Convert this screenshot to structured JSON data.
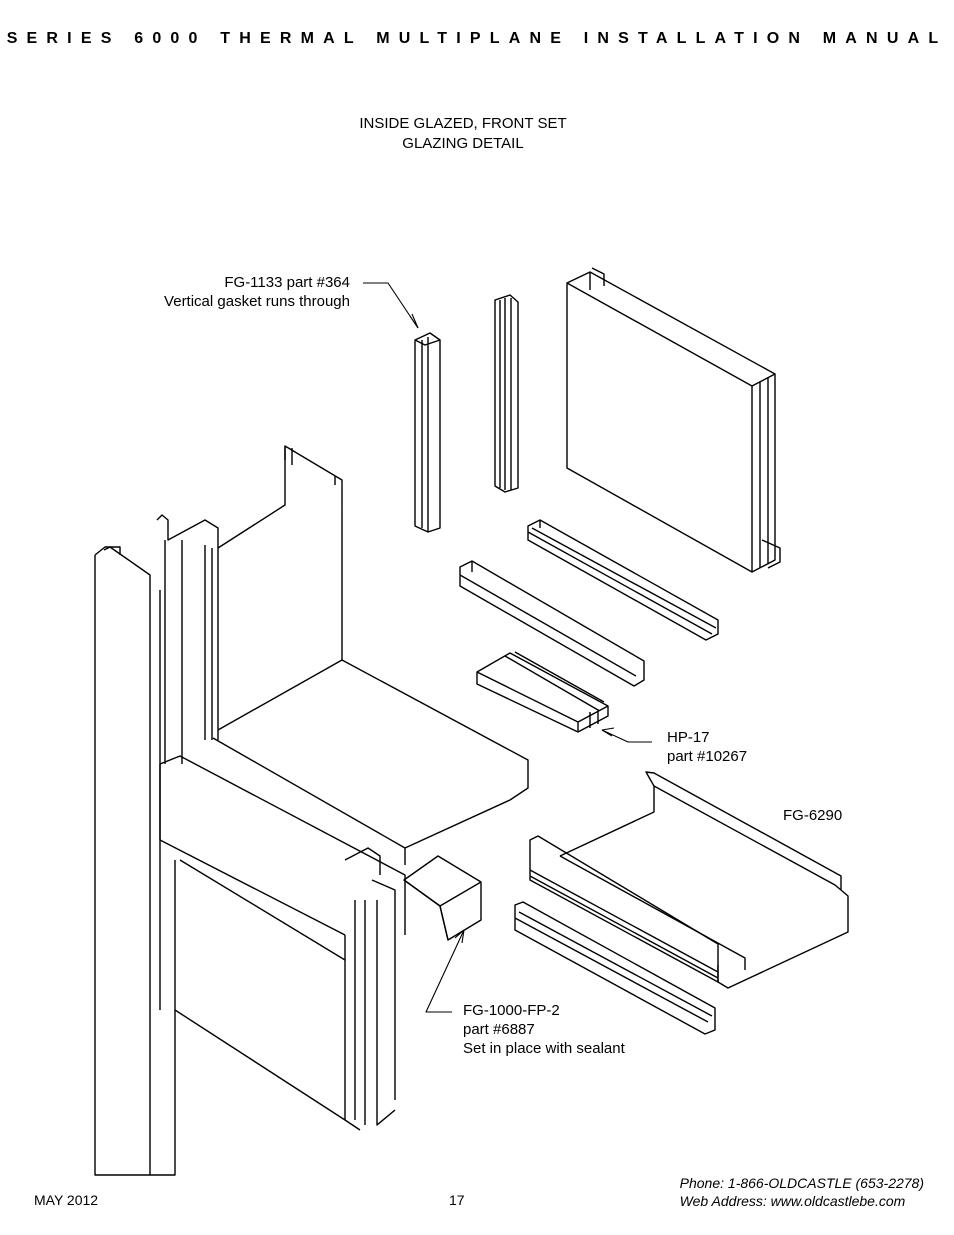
{
  "header": {
    "title": "SERIES 6000 THERMAL MULTIPLANE INSTALLATION MANUAL"
  },
  "detail_title": {
    "line1": "INSIDE GLAZED, FRONT SET",
    "line2": "GLAZING DETAIL"
  },
  "callouts": {
    "gasket": {
      "line1": "FG-1133 part #364",
      "line2": "Vertical gasket runs through"
    },
    "hp17": {
      "line1": "HP-17",
      "line2": "part #10267"
    },
    "fg6290": {
      "line1": "FG-6290"
    },
    "fg1000": {
      "line1": "FG-1000-FP-2",
      "line2": "part #6887",
      "line3": "Set in place with sealant"
    }
  },
  "footer": {
    "date": "MAY 2012",
    "page": "17",
    "phone": "Phone: 1-866-OLDCASTLE (653-2278)",
    "web": "Web Address: www.oldcastlebe.com"
  }
}
